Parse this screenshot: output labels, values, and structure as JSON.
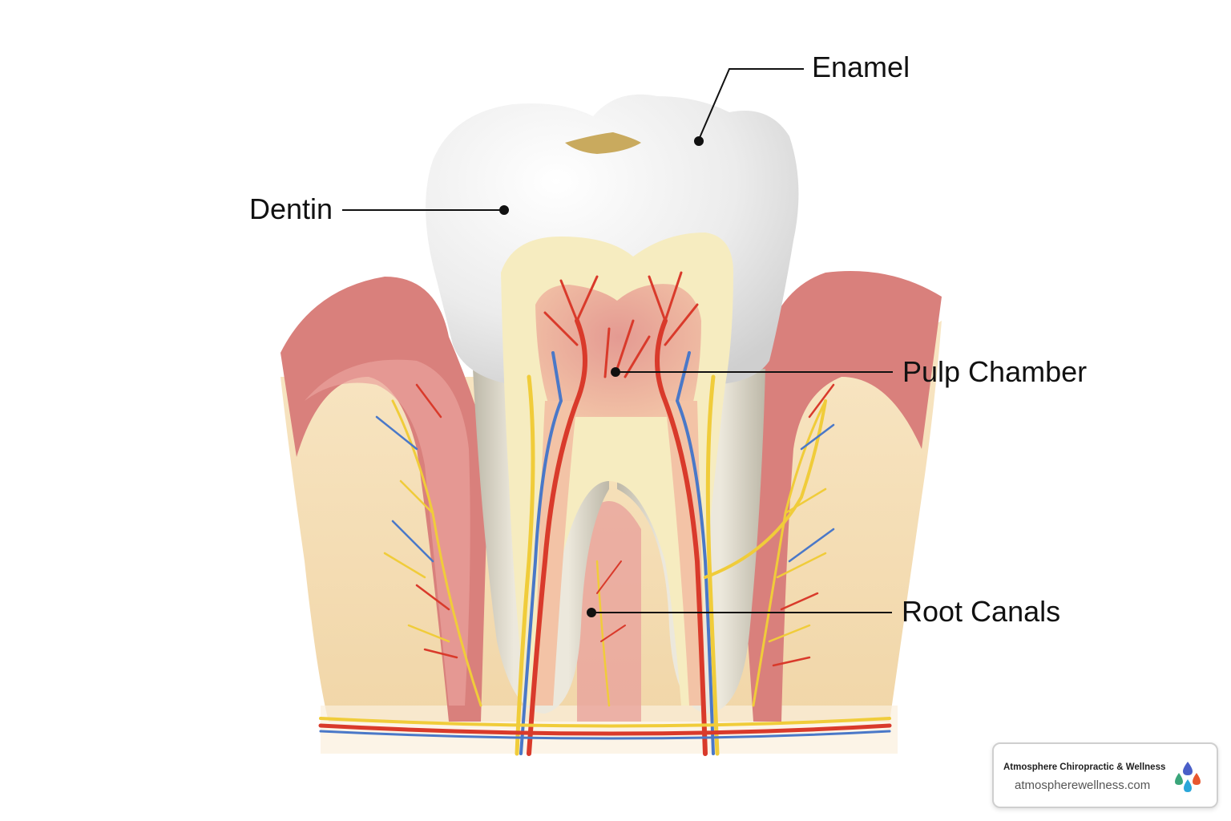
{
  "diagram": {
    "labels": {
      "enamel": "Enamel",
      "dentin": "Dentin",
      "pulp_chamber": "Pulp Chamber",
      "root_canals": "Root Canals"
    },
    "colors": {
      "gum": "#d9807c",
      "bone": "#f5dfb8",
      "enamel": "#f2f2f2",
      "dentin": "#f6ecc0",
      "pulp": "#e6a39c",
      "artery": "#d93a2b",
      "vein": "#4a78c8",
      "nerve": "#f0cc3a"
    }
  },
  "branding": {
    "name": "Atmosphere Chiropractic & Wellness",
    "url": "atmospherewellness.com",
    "logo_icon": "droplets-logo-icon"
  }
}
